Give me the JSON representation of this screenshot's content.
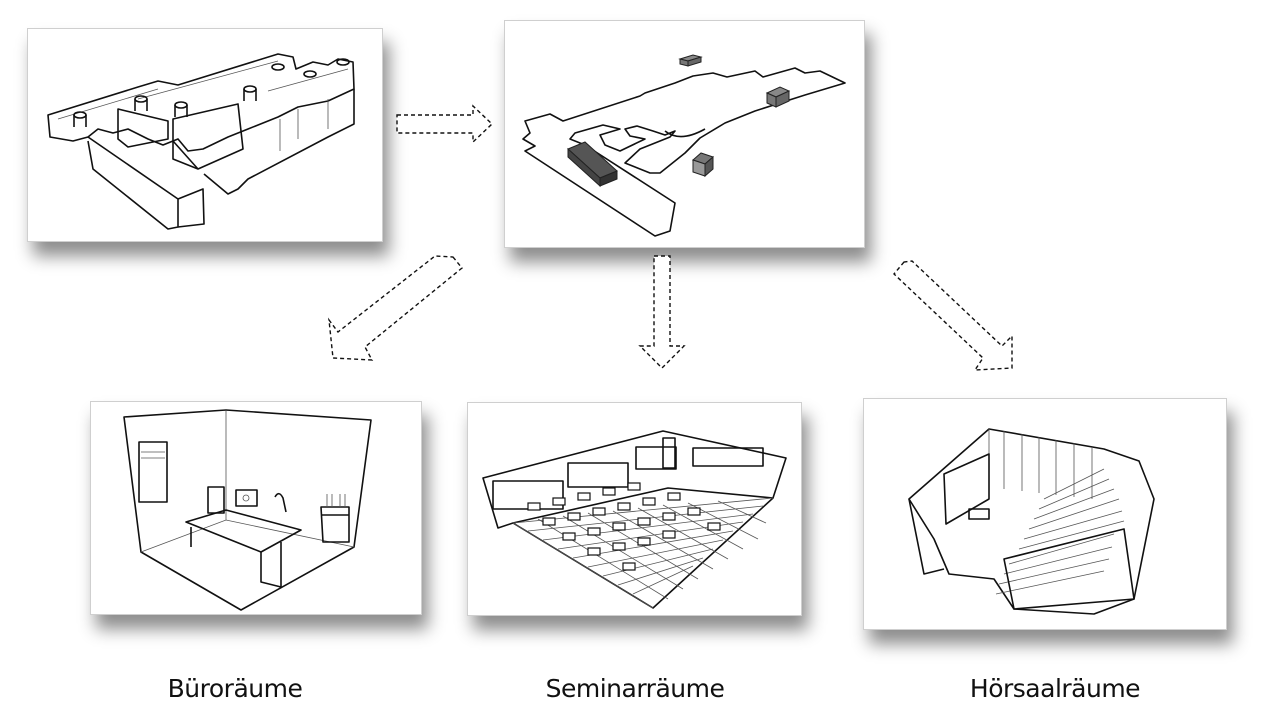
{
  "diagram": {
    "nodes": [
      {
        "id": "building-3d-model",
        "description": "3D building model (extruded walls)"
      },
      {
        "id": "floor-plan-footprint",
        "description": "Floor outline with room blocks"
      },
      {
        "id": "office-room",
        "label": "Büroräume"
      },
      {
        "id": "seminar-room",
        "label": "Seminarräume"
      },
      {
        "id": "lecture-hall",
        "label": "Hörsaalräume"
      }
    ],
    "edges": [
      {
        "from": "building-3d-model",
        "to": "floor-plan-footprint",
        "style": "dashed"
      },
      {
        "from": "floor-plan-footprint",
        "to": "office-room",
        "style": "dashed"
      },
      {
        "from": "floor-plan-footprint",
        "to": "seminar-room",
        "style": "dashed"
      },
      {
        "from": "floor-plan-footprint",
        "to": "lecture-hall",
        "style": "dashed"
      }
    ]
  },
  "labels": {
    "office": "Büroräume",
    "seminar": "Seminarräume",
    "lecture": "Hörsaalräume"
  },
  "colors": {
    "block_dark": "#555555",
    "block_mid": "#7a7a7a",
    "line": "#111111"
  }
}
